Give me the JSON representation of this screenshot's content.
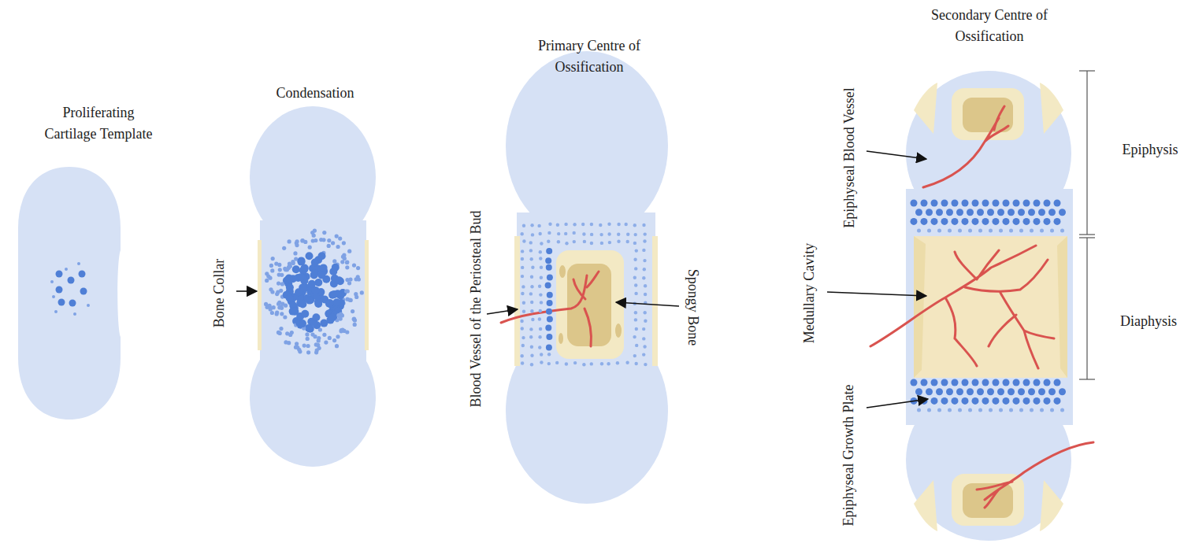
{
  "diagram": {
    "labels": [
      "Proliferating Cartilage Template",
      "Condensation",
      "Primary Centre of Ossification",
      "Secondary Centre of Ossification",
      "Bone Collar",
      "Blood Vessel of the Periosteal Bud",
      "Spongy Bone",
      "Epiphyseal Blood Vessel",
      "Medullary Cavity",
      "Epiphyseal Growth Plate",
      "Epiphysis",
      "Diaphysis"
    ]
  }
}
